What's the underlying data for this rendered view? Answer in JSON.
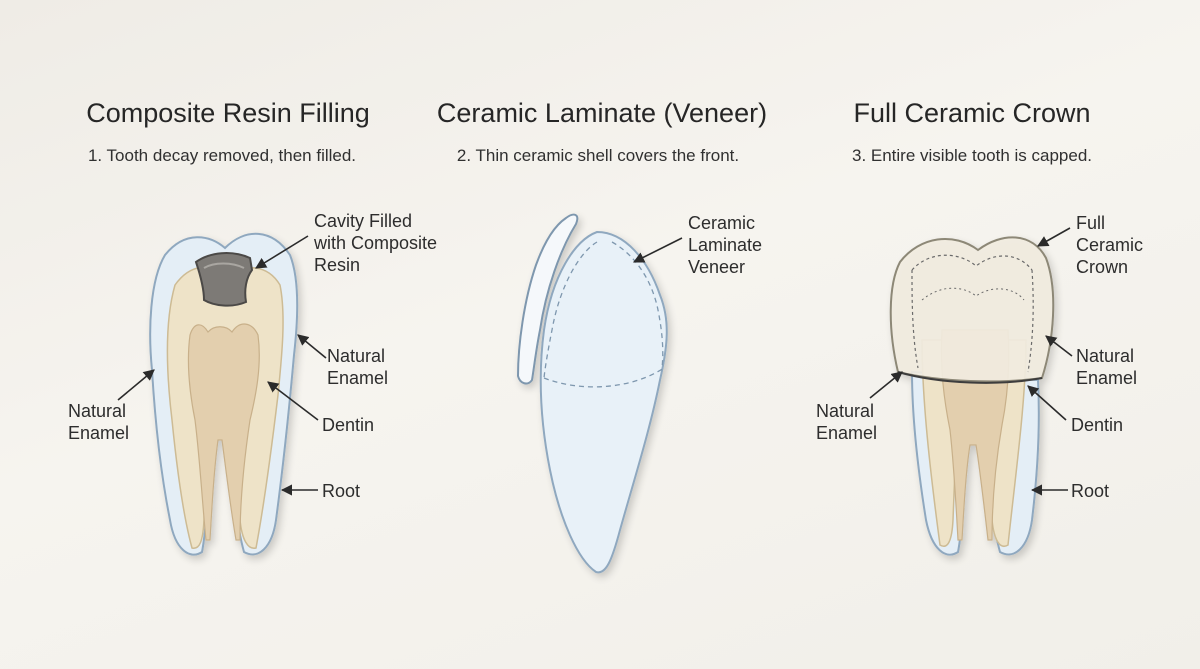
{
  "panels": [
    {
      "title": "Composite Resin Filling",
      "subtitle": "1. Tooth decay removed, then filled.",
      "labels": {
        "cavity": "Cavity Filled\nwith Composite\nResin",
        "natural_enamel_right": "Natural\nEnamel",
        "natural_enamel_left": "Natural\nEnamel",
        "dentin": "Dentin",
        "root": "Root"
      }
    },
    {
      "title": "Ceramic Laminate (Veneer)",
      "subtitle": "2. Thin ceramic shell covers the front.",
      "labels": {
        "veneer": "Ceramic\nLaminate\nVeneer"
      }
    },
    {
      "title": "Full Ceramic Crown",
      "subtitle": "3. Entire visible tooth is capped.",
      "labels": {
        "crown": "Full\nCeramic\nCrown",
        "natural_enamel_right": "Natural\nEnamel",
        "natural_enamel_left": "Natural\nEnamel",
        "dentin": "Dentin",
        "root": "Root"
      }
    }
  ],
  "colors": {
    "enamel": "#e4eef6",
    "enamel_edge": "#8fa8bf",
    "dentin": "#eee3c8",
    "pulp": "#e3cfae",
    "filling": "#7d7a76",
    "veneer": "#e8f1f8",
    "crown": "#f1ecdf"
  }
}
